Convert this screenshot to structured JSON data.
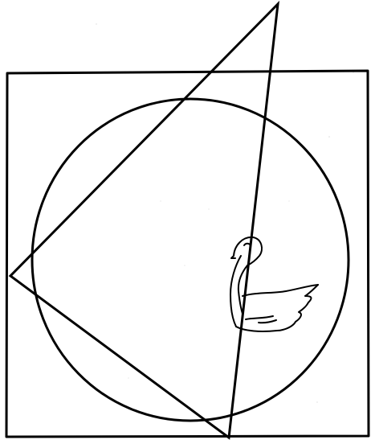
{
  "figure": {
    "background_color": "#ffffff",
    "line_color": "#000000",
    "shapes": [
      "square",
      "circle",
      "triangle",
      "swan"
    ]
  }
}
